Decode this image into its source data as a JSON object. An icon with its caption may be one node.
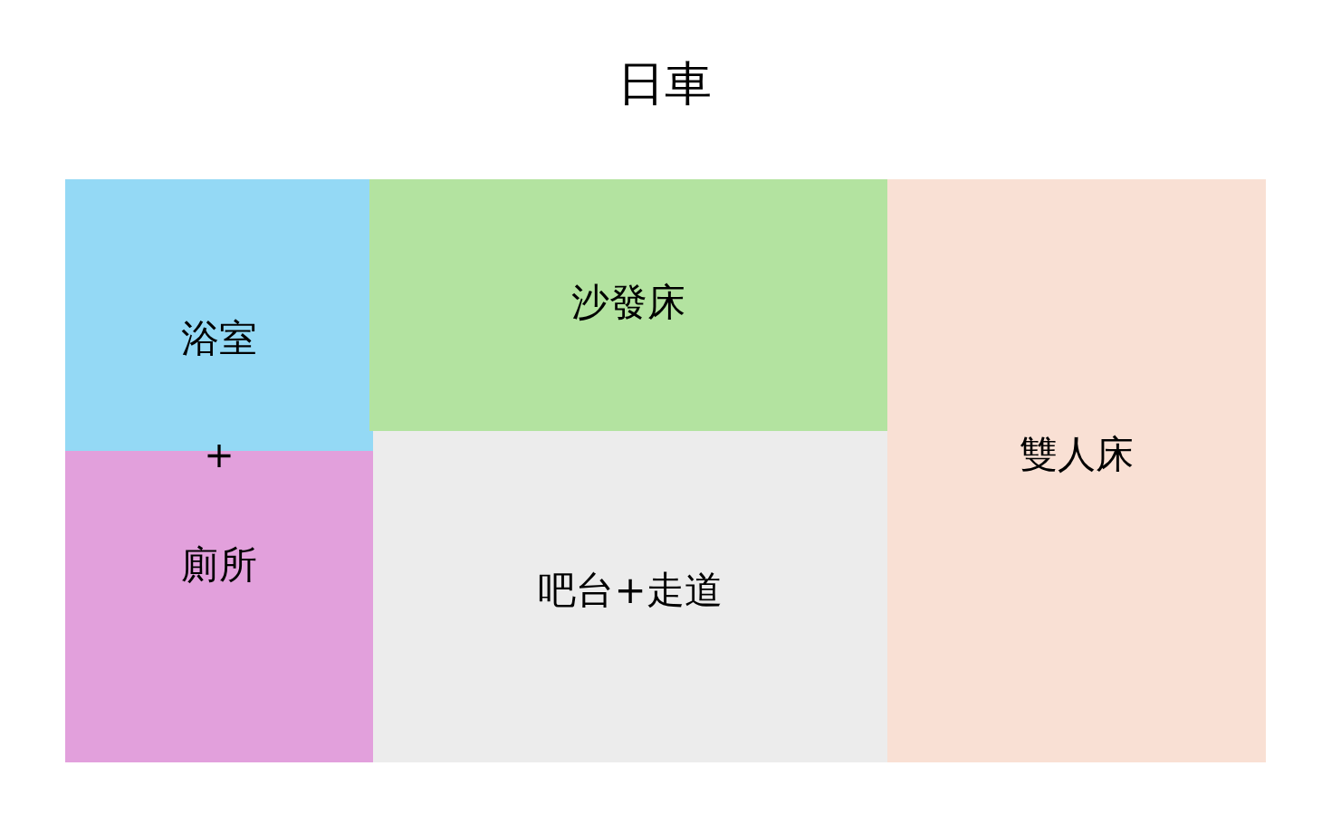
{
  "diagram": {
    "title": "日車",
    "nodes": [
      {
        "text": [
          "浴室"
        ]
      },
      {
        "text": [
          "廁所"
        ]
      },
      {
        "text": [
          "沙發床"
        ]
      },
      {
        "text": [
          "吧台+走道"
        ]
      },
      {
        "text": [
          "雙人床"
        ]
      }
    ],
    "labels": [
      "+"
    ]
  }
}
